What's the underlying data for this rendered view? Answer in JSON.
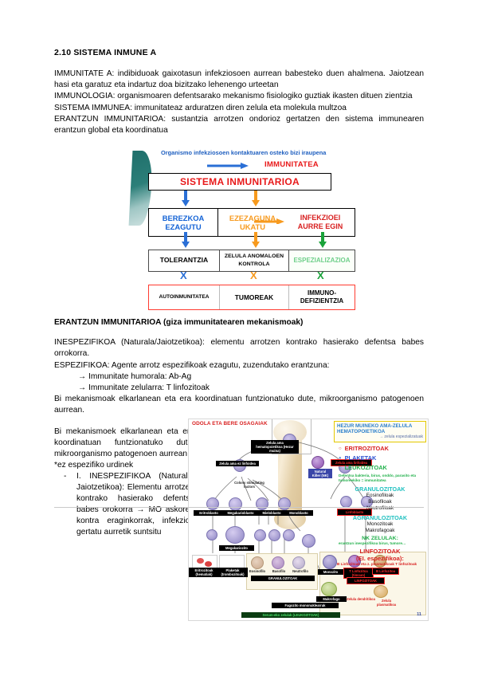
{
  "document": {
    "section_number_title": "2.10 SISTEMA INMUNE A",
    "page_number": "11",
    "paragraphs": [
      "IMMUNITATE A: indibiduoak gaixotasun infekziosoen aurrean babesteko duen ahalmena. Jaiotzean hasi eta garatuz eta indartuz doa bizitzako lehenengo urteetan",
      "IMMUNOLOGIA: organismoaren defentsarako mekanismo fisiologiko guztiak ikasten dituen zientzia",
      "SISTEMA IMMUNEA: immunitateaz arduratzen diren zelula eta molekula multzoa",
      "ERANTZUN IMMUNITARIOA: sustantzia arrotzen ondorioz gertatzen den sistema immunearen erantzun global eta koordinatua"
    ],
    "subsection_title": "ERANTZUN IMMUNITARIOA (giza immunitatearen mekanismoak)",
    "paragraphs2": [
      "INESPEZIFIKOA (Naturala/Jaiotzetikoa): elementu arrotzen kontrako hasierako defentsa babes orrokorra.",
      "ESPEZIFIKOA: Agente arrotz espezifikoak ezagutu, zuzendutako erantzuna:"
    ],
    "arrow_items": [
      "→ Immunitate humorala: Ab-Ag",
      "→ Immunitate zelularra: T linfozitoak"
    ],
    "paragraph3": "Bi mekanismoak elkarlanean eta era koordinatuan funtzionatuko dute, mikroorganismo patogenoen aurrean.",
    "left_column": {
      "intro": "Bi mekanismoek elkarlanean eta era koordinatuan funtzionatuko dute, mikroorganismo patogenoen aurrean:",
      "note": "*ez espezifiko urdinek",
      "bullet_dash": "-",
      "bullet_text": "I. INESPEZIFIKOA (Naturala/ Jaiotzetikoa): Elementu arrotzen kontrako hasierako defentsa babes orokorra → MO askoren kontra eraginkorrak, infekzioa gertatu aurretik suntsitu"
    }
  },
  "diagram1": {
    "caption": "Organismo infekziosoen kontaktuaren osteko bizi iraupena",
    "immunitatea": "IMMUNITATEA",
    "main_box": "SISTEMA INMUNITARIOA",
    "row2": [
      {
        "line1": "BEREZKOA",
        "line2": "EZAGUTU",
        "color": "#1463d6"
      },
      {
        "line1": "EZEZAGUNA",
        "line2": "UKATU",
        "color": "#f79a1e"
      },
      {
        "line1": "INFEKZIOEI",
        "line2": "AURRE EGIN",
        "color": "#d81f1f"
      }
    ],
    "row3": [
      {
        "label": "TOLERANTZIA",
        "color": "#000000"
      },
      {
        "label": "ZELULA ANOMALOEN KONTROLA",
        "color": "#000000"
      },
      {
        "label": "ESPEZIALIZAZIOA",
        "color": "#6fcf8a"
      }
    ],
    "x_marks": [
      "X",
      "X",
      "X"
    ],
    "row4": [
      {
        "label": "AUTOINMUNITATEA"
      },
      {
        "label": "TUMOREAK"
      },
      {
        "label": "IMMUNO- DEFIZIENTZIA"
      }
    ]
  },
  "big_diagram": {
    "title": "ODOLA ETA BERE OSAGAIAK",
    "legend": {
      "header_line1": "HEZUR MUINEKO AMA-ZELULA",
      "header_line2": "HEMATOPOIETIKOA",
      "header_line3": "→ zelula espezializatuak",
      "items": [
        {
          "glyph": "○",
          "label": "ERITROZITOAK",
          "color": "#d81f1f"
        },
        {
          "glyph": "●",
          "label": "PLAKETAK",
          "color": "#2a4fd1"
        },
        {
          "glyph": "○",
          "label": "LEUKOZITOAK",
          "color": "#22b14c"
        }
      ],
      "note": "Defentsa bakteria, birus, onddo, parasito eta tumoreekiko = immunitatea",
      "granulocytes_title": "GRANULOZITOAK",
      "granulocytes": [
        "Eosinofiloak",
        "Basofiloak",
        "Neutrofiloak"
      ],
      "agranulocytes_title": "AGRANULOZITOAK",
      "agranulocytes": [
        "Monozitoak",
        "Makrofagoak"
      ],
      "nk_title": "NK ZELULAK:",
      "nk_note": "erantzun inespezifikoa birus, tumore…",
      "lymph_title": "LINFOZITOAK",
      "lymph_sub": "(EI. espezifikoa):",
      "lymph_note": "B Linfozitoak eta z. plasmatikoak T linfozitoak"
    },
    "nodes": [
      {
        "label": "Zelula ama hematopoietikoa (Hezur muina)",
        "style": "black"
      },
      {
        "label": "Zelula ama ez linfoidea",
        "style": "black"
      },
      {
        "label": "Zelula ama linfoidea",
        "style": "redbox"
      },
      {
        "label": "Natural Killer (NK)",
        "style": "bluebox"
      },
      {
        "label": "Colony stimulating factors",
        "style": "plain"
      },
      {
        "label": "Eritroblasto",
        "style": "black"
      },
      {
        "label": "Megakarioblasto",
        "style": "black"
      },
      {
        "label": "Mieloblasto",
        "style": "black"
      },
      {
        "label": "Monoblasto",
        "style": "black"
      },
      {
        "label": "Linfoblasto",
        "style": "redbox"
      },
      {
        "label": "Megakariozito",
        "style": "black"
      },
      {
        "label": "Eritrozitoak (hematiak)",
        "style": "black"
      },
      {
        "label": "Plaketak (trombozitoak)",
        "style": "black"
      },
      {
        "label": "GRANULOZITOAK",
        "style": "black"
      },
      {
        "label": "Eosinofilo",
        "style": "plain"
      },
      {
        "label": "Basofilo",
        "style": "plain"
      },
      {
        "label": "Neutrofilo",
        "style": "plain"
      },
      {
        "label": "Monozito",
        "style": "black"
      },
      {
        "label": "Makrofago",
        "style": "black"
      },
      {
        "label": "Zelula dendritikoa",
        "style": "black"
      },
      {
        "label": "T Linfozitoa (timoan)",
        "style": "redbox"
      },
      {
        "label": "B Linfozitoa",
        "style": "redbox"
      },
      {
        "label": "LINFOZITOAK",
        "style": "redbox"
      },
      {
        "label": "Zelula plasmatikoa",
        "style": "plain"
      },
      {
        "label": "Fagozito mononuklearrak",
        "style": "black"
      },
      {
        "label": "Serum-eko zelulak (LEUKOZITOAK)",
        "style": "greenbox"
      }
    ]
  }
}
